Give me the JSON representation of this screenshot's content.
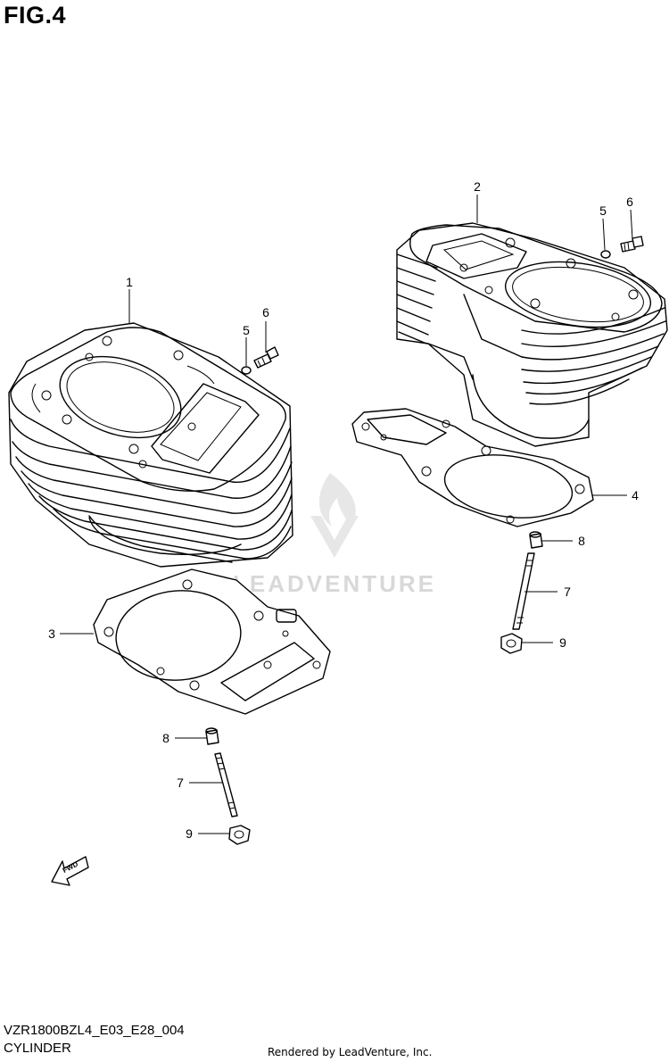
{
  "figure": {
    "title": "FIG.4"
  },
  "callouts": {
    "c1": "1",
    "c2": "2",
    "c3": "3",
    "c4": "4",
    "c5a": "5",
    "c6a": "6",
    "c5b": "5",
    "c6b": "6",
    "c7a": "7",
    "c8a": "8",
    "c9a": "9",
    "c7b": "7",
    "c8b": "8",
    "c9b": "9"
  },
  "fwd_arrow": {
    "label": "FWD"
  },
  "watermark": {
    "text": "LEADVENTURE"
  },
  "footer": {
    "diagram_code": "VZR1800BZL4_E03_E28_004",
    "diagram_name": "CYLINDER",
    "credit": "Rendered by LeadVenture, Inc."
  }
}
